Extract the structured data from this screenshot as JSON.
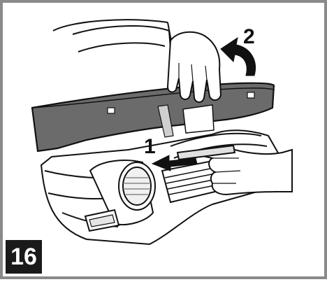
{
  "figure": {
    "step_number": "16",
    "callouts": [
      {
        "label": "1"
      },
      {
        "label": "2"
      }
    ]
  },
  "colors": {
    "frame": "#8a8a8a",
    "badge_bg": "#1a1a1a",
    "badge_text": "#ffffff",
    "panel_fill": "#6b6b6b",
    "line": "#111111"
  }
}
